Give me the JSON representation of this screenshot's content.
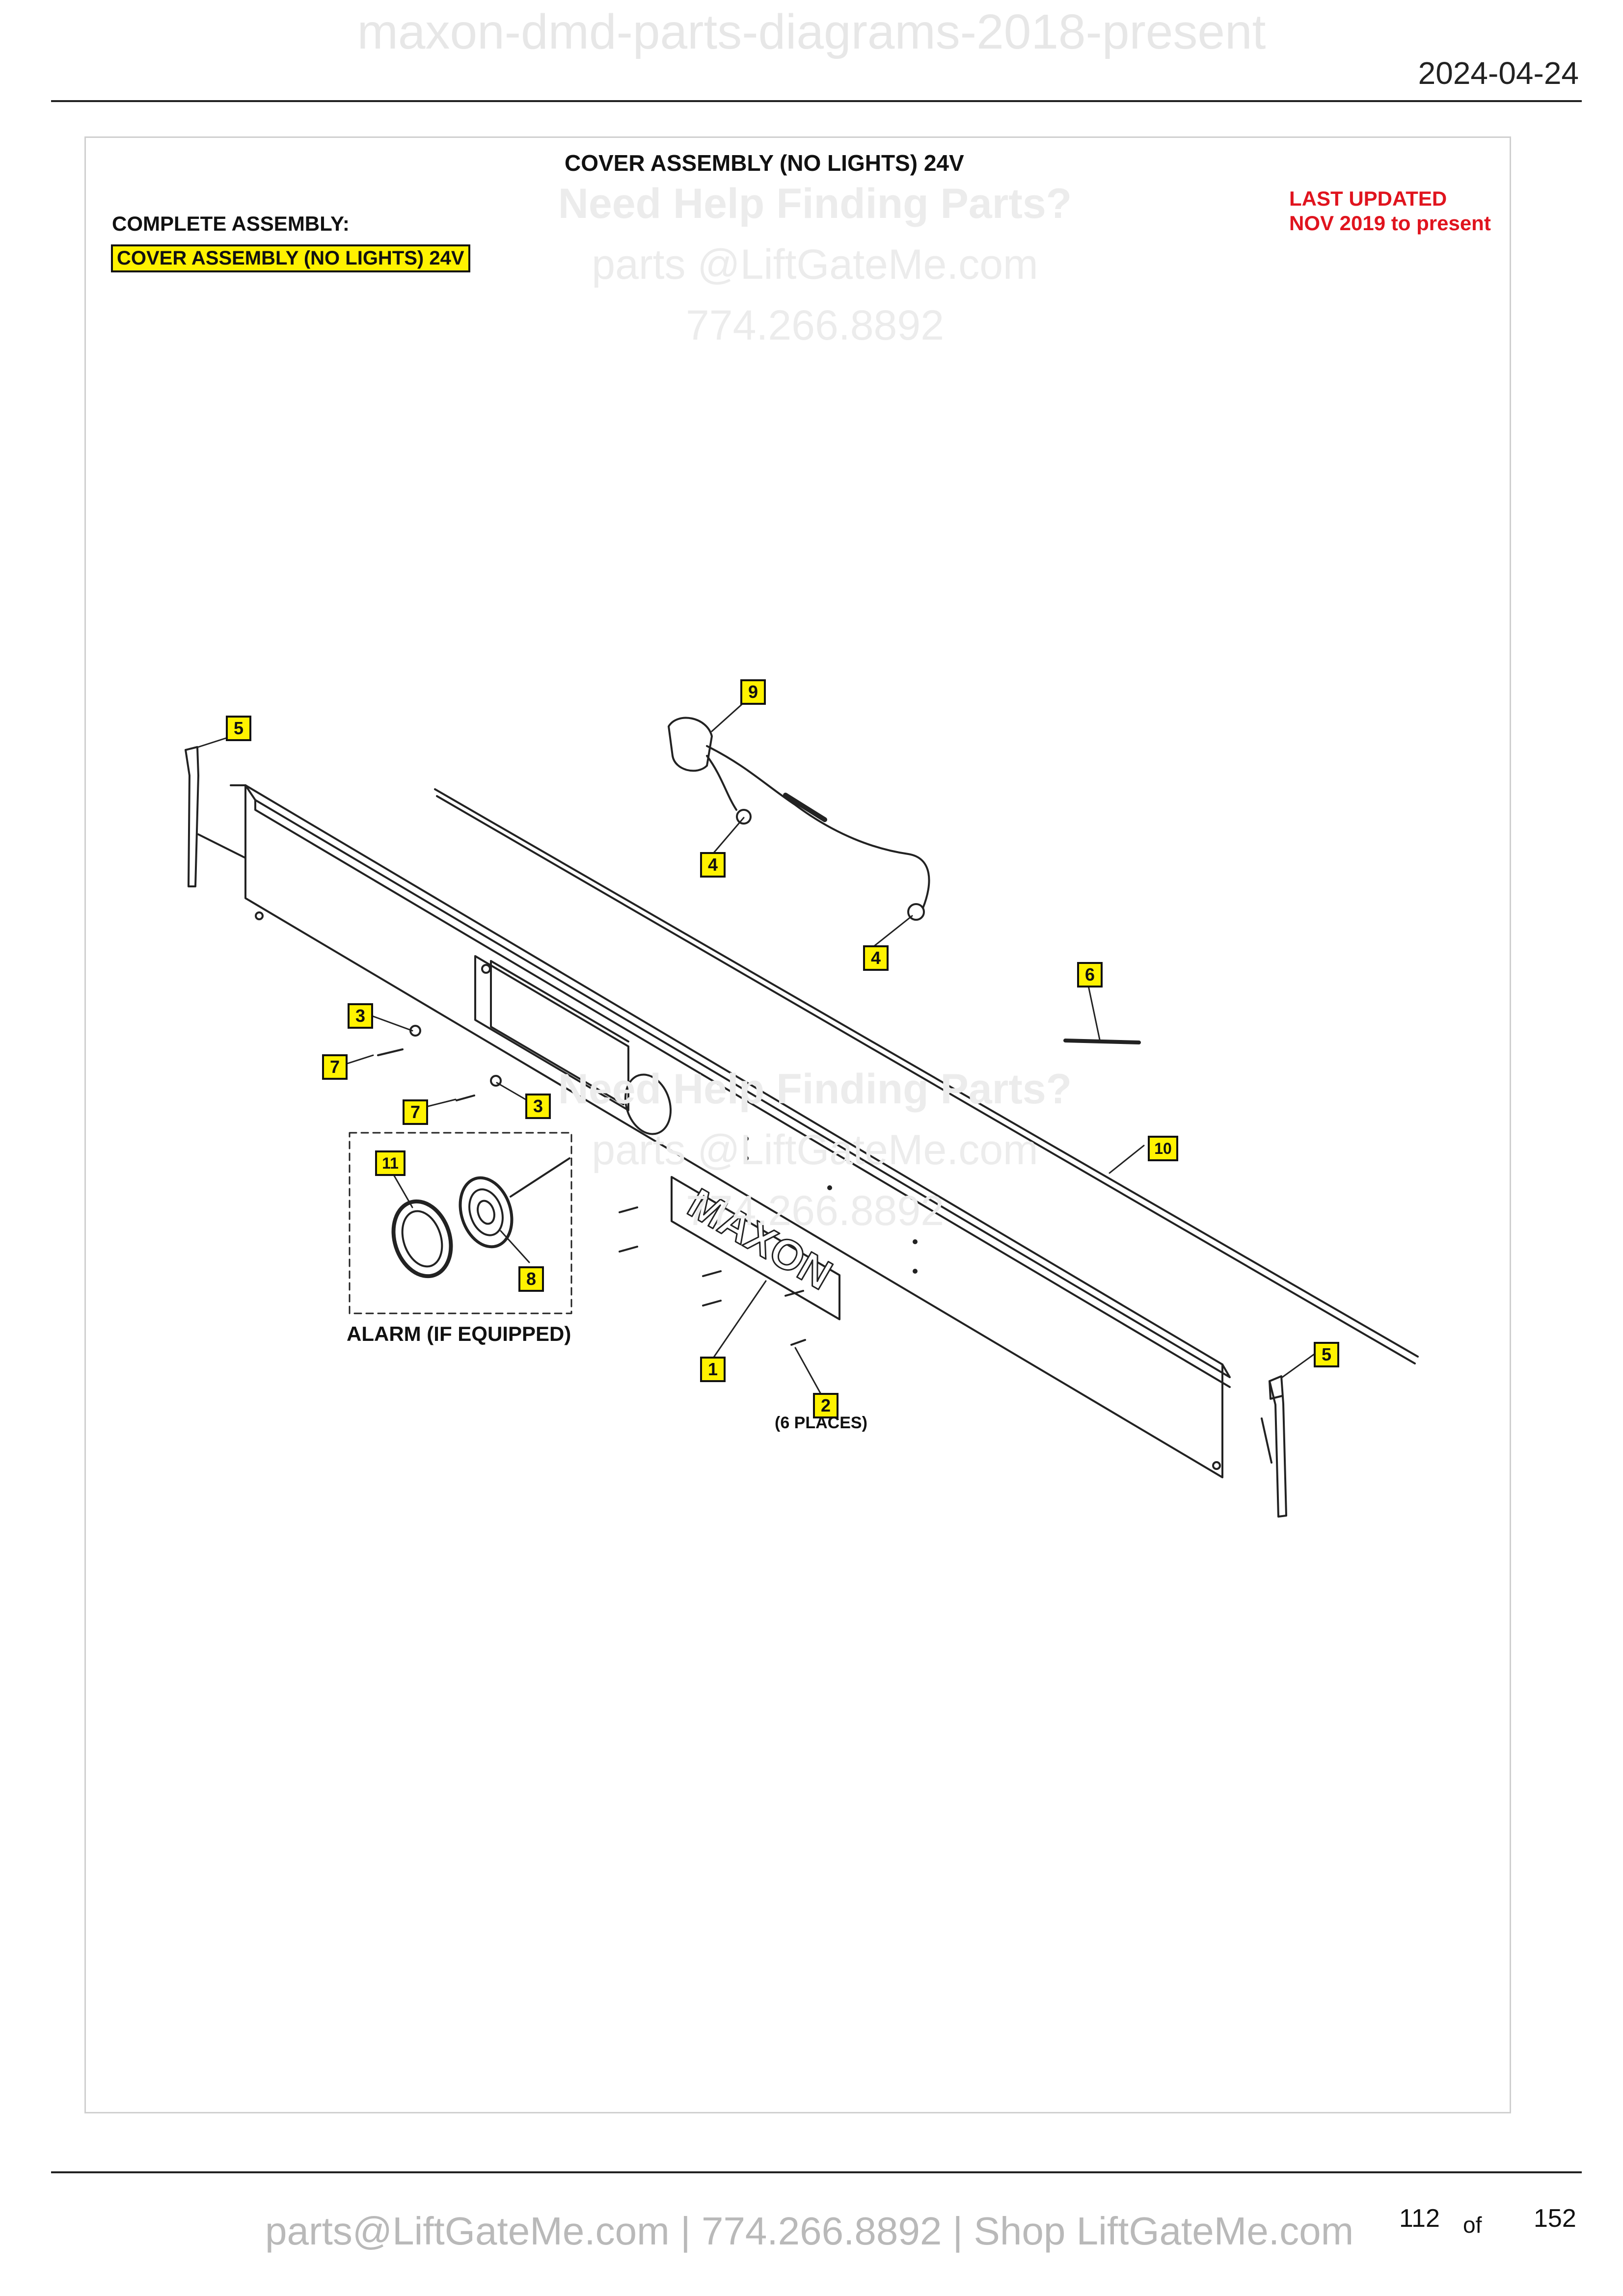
{
  "header": {
    "doc_watermark": "maxon-dmd-parts-diagrams-2018-present",
    "date": "2024-04-24"
  },
  "diagram": {
    "title": "COVER ASSEMBLY (NO LIGHTS) 24V",
    "complete_assembly_label": "COMPLETE ASSEMBLY:",
    "complete_assembly_value": "COVER ASSEMBLY (NO LIGHTS) 24V",
    "last_updated_line1": "LAST UPDATED",
    "last_updated_line2": "NOV 2019 to present",
    "alarm_label": "ALARM (IF EQUIPPED)",
    "places_note": "(6 PLACES)",
    "brand_text": "MAXON",
    "callouts": [
      "5",
      "9",
      "4",
      "4",
      "6",
      "3",
      "7",
      "7",
      "3",
      "11",
      "8",
      "10",
      "1",
      "2",
      "5"
    ]
  },
  "watermarks": {
    "help_title": "Need Help Finding Parts?",
    "help_email": "parts @LiftGateMe.com",
    "help_phone": "774.266.8892"
  },
  "footer": {
    "contact": "parts@LiftGateMe.com | 774.266.8892 | Shop LiftGateMe.com",
    "page_current": "112",
    "page_of": "of",
    "page_total": "152"
  }
}
